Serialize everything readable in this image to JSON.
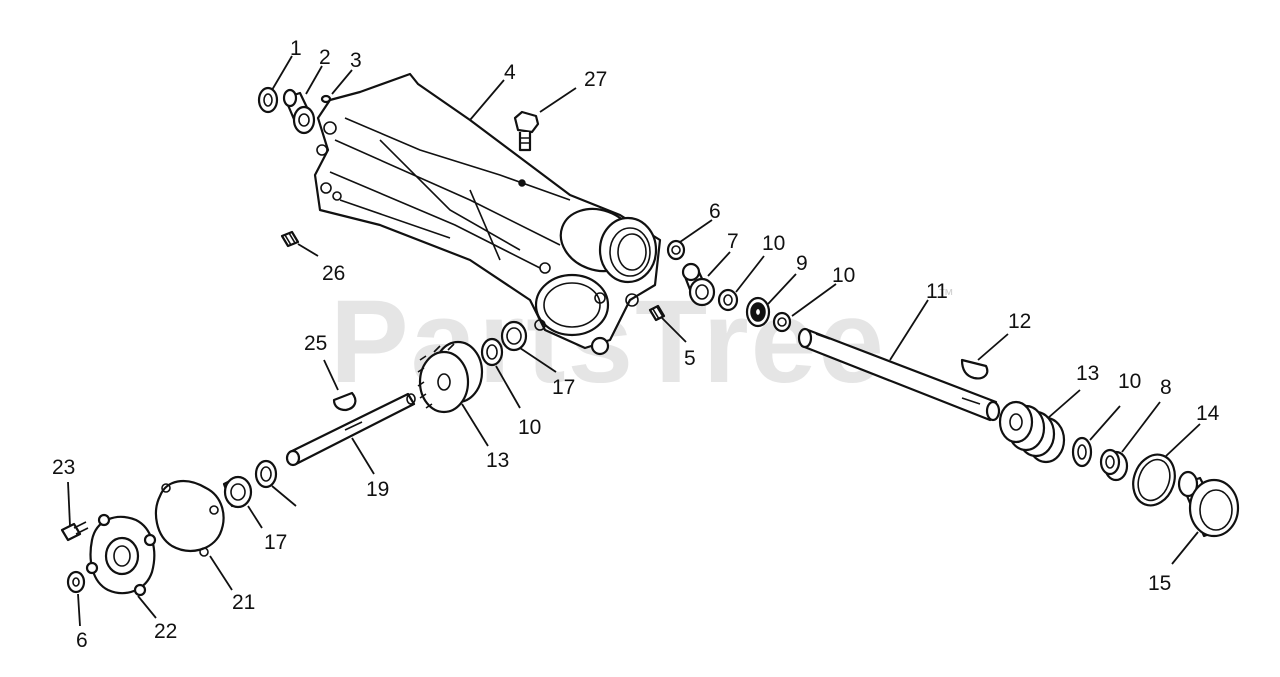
{
  "watermark": {
    "text": "PartsTree",
    "trademark": "™",
    "color": "#cfcfcf"
  },
  "callouts": {
    "c1": "1",
    "c2": "2",
    "c3": "3",
    "c4": "4",
    "c27": "27",
    "c6a": "6",
    "c7": "7",
    "c10a": "10",
    "c9": "9",
    "c10b": "10",
    "c26": "26",
    "c11": "11",
    "c12": "12",
    "c5": "5",
    "c25": "25",
    "c17a": "17",
    "c10c": "10",
    "c13a": "13",
    "c13b": "13",
    "c10d": "10",
    "c8": "8",
    "c14": "14",
    "c19": "19",
    "c23": "23",
    "c17b": "17",
    "c21": "21",
    "c22": "22",
    "c6b": "6",
    "c15": "15"
  }
}
